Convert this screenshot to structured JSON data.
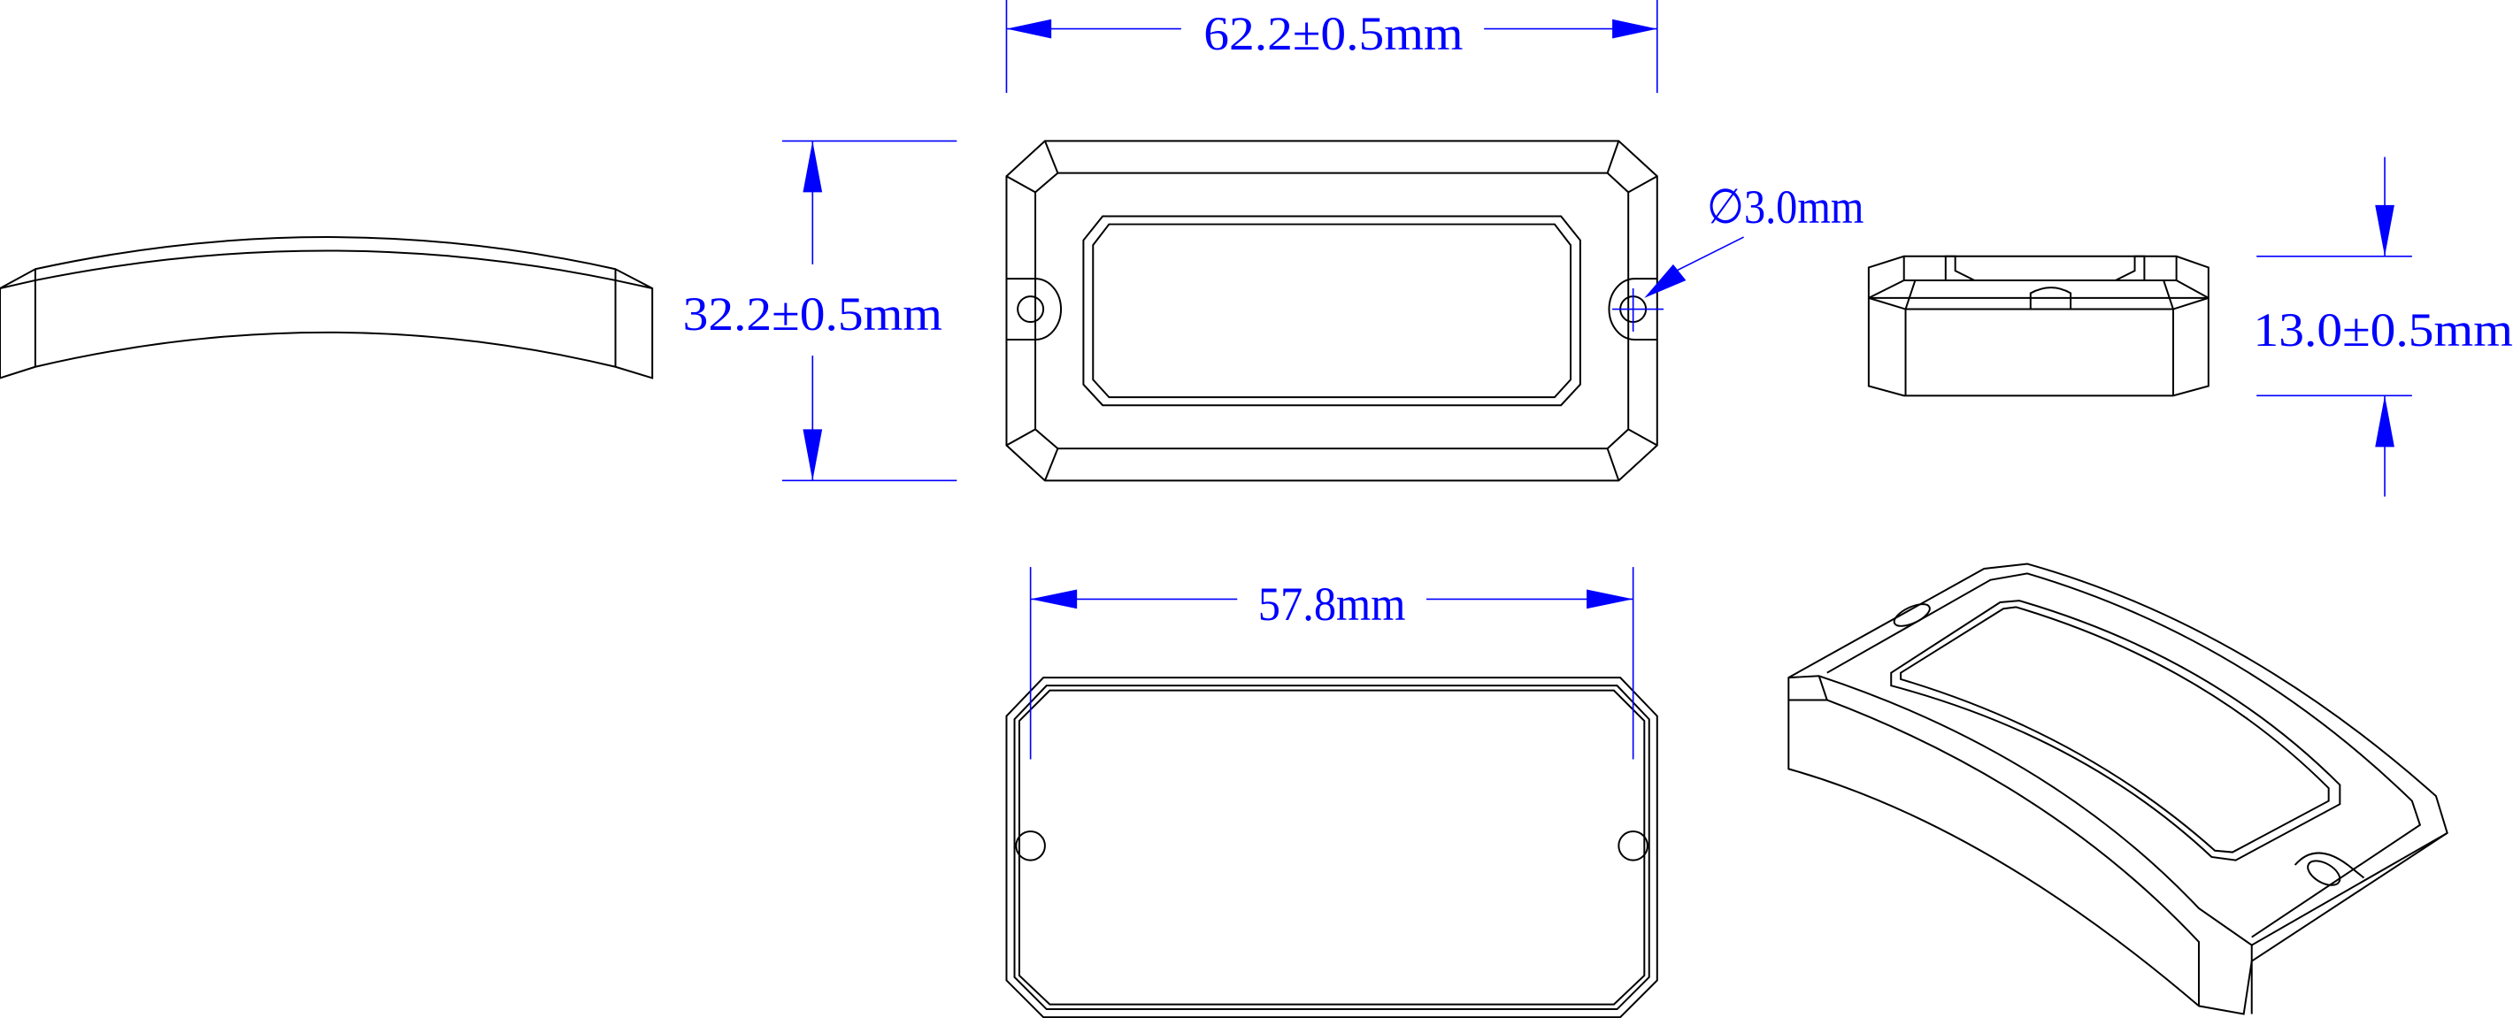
{
  "drawing": {
    "colors": {
      "line": "#000000",
      "dimension": "#0000ff",
      "background": "#ffffff"
    },
    "dimensions": {
      "width": "62.2±0.5mm",
      "height": "32.2±0.5mm",
      "hole_diameter": "∅3.0mm",
      "thickness": "13.0±0.5mm",
      "hole_spacing": "57.8mm"
    }
  }
}
